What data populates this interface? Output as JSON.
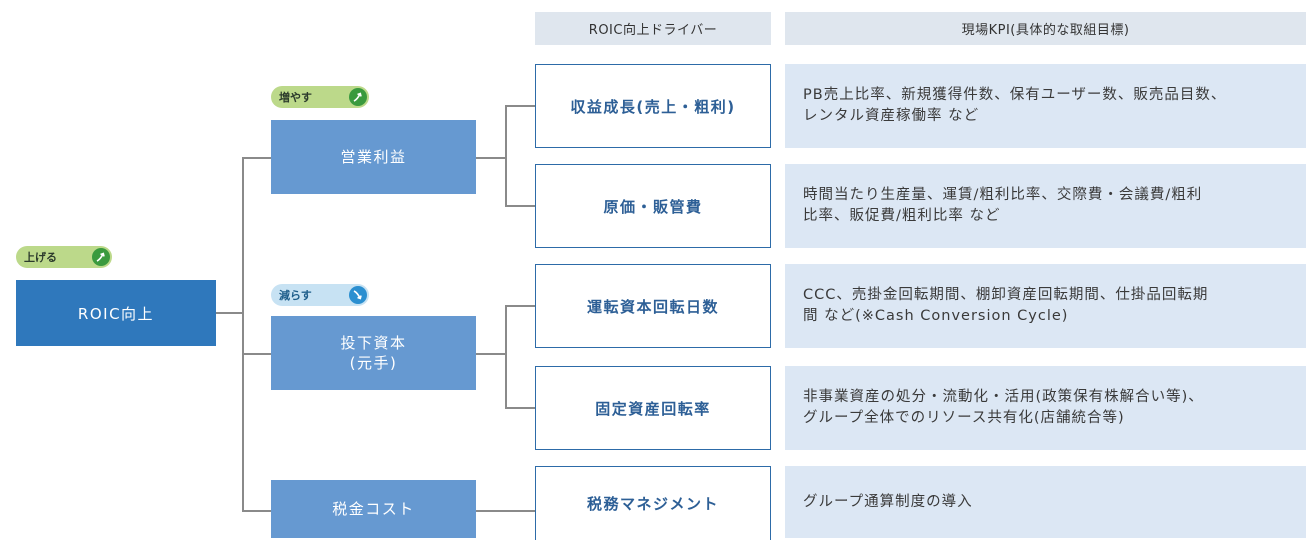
{
  "headers": {
    "driver": "ROIC向上ドライバー",
    "kpi": "現場KPI(具体的な取組目標)"
  },
  "root": {
    "label": "ROIC向上",
    "badge": "上げる"
  },
  "level1": {
    "operating_profit": {
      "label": "営業利益",
      "badge": "増やす"
    },
    "invested_capital": {
      "label_line1": "投下資本",
      "label_line2": "(元手)",
      "badge": "減らす"
    },
    "tax_cost": {
      "label": "税金コスト"
    }
  },
  "drivers": [
    {
      "label": "収益成長(売上・粗利)",
      "kpi_line1": "PB売上比率、新規獲得件数、保有ユーザー数、販売品目数、",
      "kpi_line2": "レンタル資産稼働率 など"
    },
    {
      "label": "原価・販管費",
      "kpi_line1": "時間当たり生産量、運賃/粗利比率、交際費・会議費/粗利",
      "kpi_line2": "比率、販促費/粗利比率 など"
    },
    {
      "label": "運転資本回転日数",
      "kpi_line1": "CCC、売掛金回転期間、棚卸資産回転期間、仕掛品回転期",
      "kpi_line2": "間 など(※Cash Conversion Cycle)"
    },
    {
      "label": "固定資産回転率",
      "kpi_line1": "非事業資産の処分・流動化・活用(政策保有株解合い等)、",
      "kpi_line2": "グループ全体でのリソース共有化(店舗統合等)"
    },
    {
      "label": "税務マネジメント",
      "kpi_line1": "グループ通算制度の導入",
      "kpi_line2": ""
    }
  ],
  "colors": {
    "root_box": "#2f78bc",
    "level1_box": "#6699d1",
    "driver_border": "#2d6ba8",
    "kpi_box": "#dce7f4",
    "header_box": "#dfe6ee",
    "badge_up": "#bcd98a",
    "badge_down": "#c7e2f3"
  },
  "icons": [
    "arrow-up-right-icon",
    "arrow-down-right-icon"
  ]
}
